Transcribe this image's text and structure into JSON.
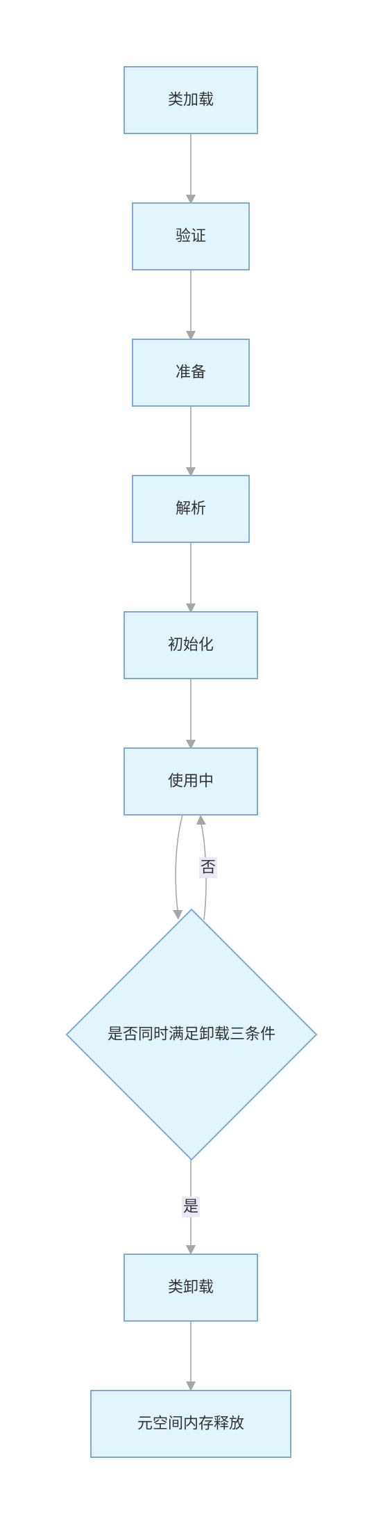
{
  "nodes": {
    "class_loading": "类加载",
    "verification": "验证",
    "preparation": "准备",
    "resolution": "解析",
    "initialization": "初始化",
    "in_use": "使用中",
    "unload_check": "是否同时满足卸载三条件",
    "class_unloading": "类卸载",
    "metaspace_release": "元空间内存释放"
  },
  "edges": {
    "no_label": "否",
    "yes_label": "是"
  },
  "colors": {
    "node_fill": "#e2f4fc",
    "node_stroke": "#7da8e0",
    "edge": "#a6a6a6",
    "edge_label_bg": "#ece9f7"
  }
}
